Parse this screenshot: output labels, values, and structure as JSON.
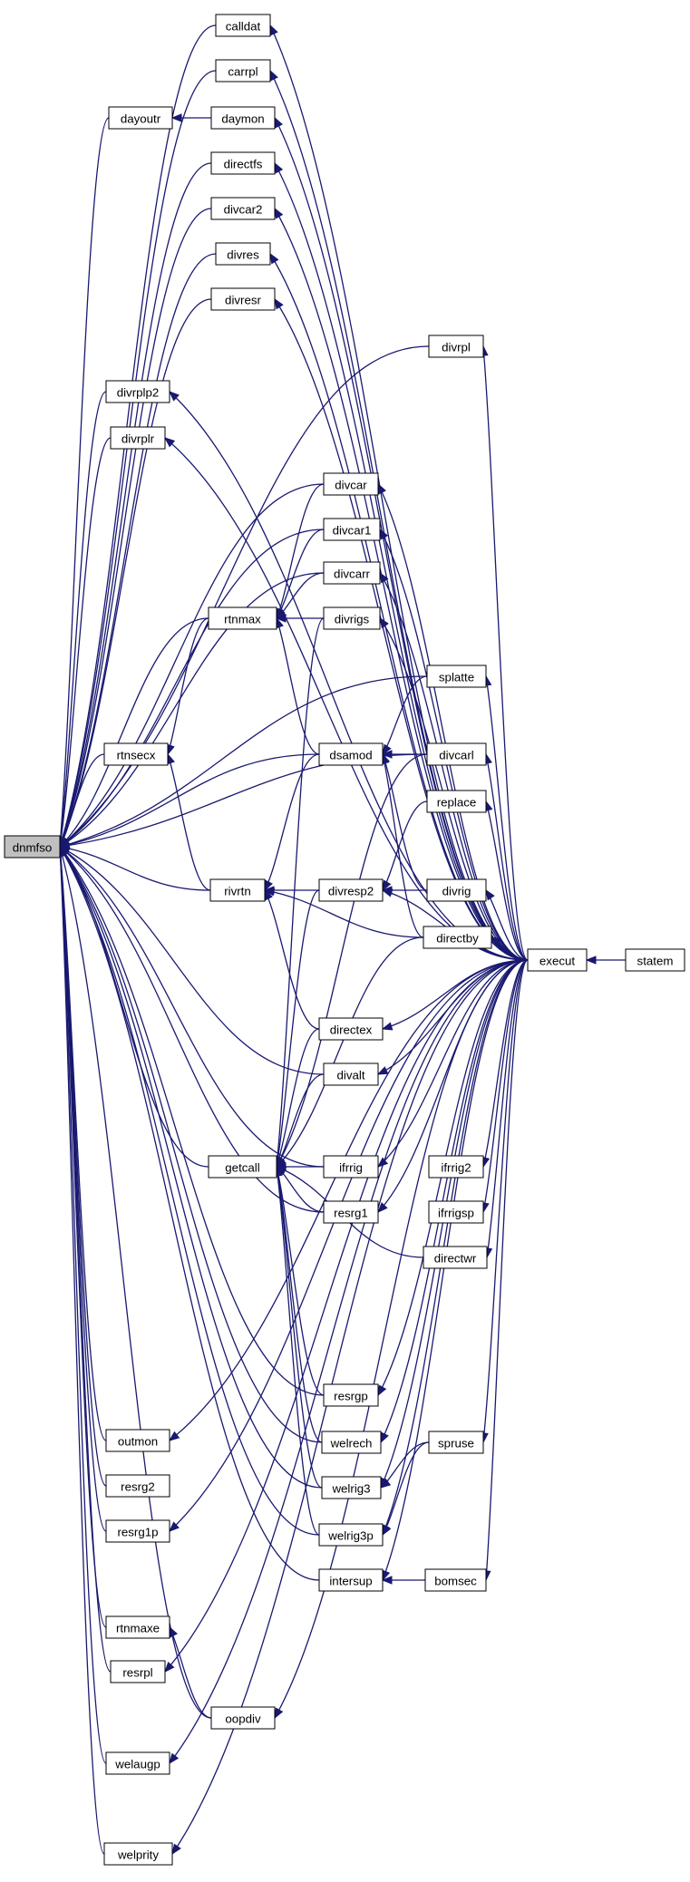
{
  "graph": {
    "root": "dnmfso",
    "colors": {
      "edge": "#191970",
      "node_border": "#000000",
      "root_fill": "#c0c0c0",
      "node_fill": "#ffffff"
    },
    "nodes": [
      "dnmfso",
      "calldat",
      "carrpl",
      "dayoutr",
      "daymon",
      "directfs",
      "divcar2",
      "divres",
      "divresr",
      "divrpl",
      "divrplp2",
      "divrplr",
      "divcar",
      "divcar1",
      "divcarr",
      "rtnmax",
      "divrigs",
      "splatte",
      "rtnsecx",
      "dsamod",
      "divcarl",
      "replace",
      "rivrtn",
      "divresp2",
      "divrig",
      "directby",
      "execut",
      "statem",
      "directex",
      "divalt",
      "getcall",
      "ifrrig",
      "ifrrig2",
      "resrg1",
      "ifrrigsp",
      "directwr",
      "resrgp",
      "outmon",
      "welrech",
      "spruse",
      "resrg2",
      "welrig3",
      "resrg1p",
      "welrig3p",
      "intersup",
      "bomsec",
      "rtnmaxe",
      "resrpl",
      "oopdiv",
      "welaugp",
      "welprity"
    ],
    "edges": [
      [
        "calldat",
        "dnmfso"
      ],
      [
        "carrpl",
        "dnmfso"
      ],
      [
        "dayoutr",
        "dnmfso"
      ],
      [
        "daymon",
        "dayoutr"
      ],
      [
        "directfs",
        "dnmfso"
      ],
      [
        "divcar2",
        "dnmfso"
      ],
      [
        "divres",
        "dnmfso"
      ],
      [
        "divresr",
        "dnmfso"
      ],
      [
        "divrpl",
        "dnmfso"
      ],
      [
        "divrplp2",
        "dnmfso"
      ],
      [
        "divrplr",
        "dnmfso"
      ],
      [
        "divcar",
        "dnmfso"
      ],
      [
        "divcar",
        "rtnmax"
      ],
      [
        "divcar1",
        "dnmfso"
      ],
      [
        "divcar1",
        "rtnmax"
      ],
      [
        "divcarr",
        "dnmfso"
      ],
      [
        "divcarr",
        "rtnmax"
      ],
      [
        "rtnmax",
        "dnmfso"
      ],
      [
        "rtnmax",
        "rtnsecx"
      ],
      [
        "divrigs",
        "rtnmax"
      ],
      [
        "divrigs",
        "getcall"
      ],
      [
        "splatte",
        "dnmfso"
      ],
      [
        "splatte",
        "dsamod"
      ],
      [
        "rtnsecx",
        "dnmfso"
      ],
      [
        "dsamod",
        "dnmfso"
      ],
      [
        "dsamod",
        "rtnmax"
      ],
      [
        "dsamod",
        "rivrtn"
      ],
      [
        "divcarl",
        "dsamod"
      ],
      [
        "divcarl",
        "dnmfso"
      ],
      [
        "divcarl",
        "getcall"
      ],
      [
        "replace",
        "divresp2"
      ],
      [
        "rivrtn",
        "dnmfso"
      ],
      [
        "rivrtn",
        "rtnsecx"
      ],
      [
        "divresp2",
        "rivrtn"
      ],
      [
        "divresp2",
        "getcall"
      ],
      [
        "divrig",
        "dsamod"
      ],
      [
        "divrig",
        "divresp2"
      ],
      [
        "directby",
        "dsamod"
      ],
      [
        "directby",
        "rivrtn"
      ],
      [
        "directby",
        "getcall"
      ],
      [
        "directex",
        "rivrtn"
      ],
      [
        "directex",
        "getcall"
      ],
      [
        "divalt",
        "dnmfso"
      ],
      [
        "divalt",
        "getcall"
      ],
      [
        "getcall",
        "dnmfso"
      ],
      [
        "ifrrig",
        "getcall"
      ],
      [
        "ifrrig",
        "dnmfso"
      ],
      [
        "resrg1",
        "getcall"
      ],
      [
        "resrg1",
        "dnmfso"
      ],
      [
        "directwr",
        "getcall"
      ],
      [
        "resrgp",
        "getcall"
      ],
      [
        "resrgp",
        "dnmfso"
      ],
      [
        "outmon",
        "dnmfso"
      ],
      [
        "welrech",
        "getcall"
      ],
      [
        "welrech",
        "dnmfso"
      ],
      [
        "welrig3",
        "getcall"
      ],
      [
        "welrig3",
        "dnmfso"
      ],
      [
        "welrig3p",
        "getcall"
      ],
      [
        "welrig3p",
        "dnmfso"
      ],
      [
        "spruse",
        "welrig3"
      ],
      [
        "spruse",
        "welrig3p"
      ],
      [
        "resrg2",
        "dnmfso"
      ],
      [
        "resrg1p",
        "dnmfso"
      ],
      [
        "intersup",
        "dnmfso"
      ],
      [
        "bomsec",
        "intersup"
      ],
      [
        "rtnmaxe",
        "dnmfso"
      ],
      [
        "oopdiv",
        "rtnmaxe"
      ],
      [
        "oopdiv",
        "dnmfso"
      ],
      [
        "resrpl",
        "dnmfso"
      ],
      [
        "welaugp",
        "dnmfso"
      ],
      [
        "welprity",
        "dnmfso"
      ],
      [
        "statem",
        "execut"
      ],
      [
        "execut",
        "calldat"
      ],
      [
        "execut",
        "carrpl"
      ],
      [
        "execut",
        "daymon"
      ],
      [
        "execut",
        "directfs"
      ],
      [
        "execut",
        "divcar2"
      ],
      [
        "execut",
        "divres"
      ],
      [
        "execut",
        "divresr"
      ],
      [
        "execut",
        "divrpl"
      ],
      [
        "execut",
        "divrplp2"
      ],
      [
        "execut",
        "divrplr"
      ],
      [
        "execut",
        "divcar"
      ],
      [
        "execut",
        "divcar1"
      ],
      [
        "execut",
        "divcarr"
      ],
      [
        "execut",
        "divrigs"
      ],
      [
        "execut",
        "splatte"
      ],
      [
        "execut",
        "divcarl"
      ],
      [
        "execut",
        "replace"
      ],
      [
        "execut",
        "divresp2"
      ],
      [
        "execut",
        "divrig"
      ],
      [
        "execut",
        "directby"
      ],
      [
        "execut",
        "directex"
      ],
      [
        "execut",
        "divalt"
      ],
      [
        "execut",
        "ifrrig"
      ],
      [
        "execut",
        "ifrrig2"
      ],
      [
        "execut",
        "resrg1"
      ],
      [
        "execut",
        "ifrrigsp"
      ],
      [
        "execut",
        "directwr"
      ],
      [
        "execut",
        "resrgp"
      ],
      [
        "execut",
        "welrech"
      ],
      [
        "execut",
        "spruse"
      ],
      [
        "execut",
        "welrig3"
      ],
      [
        "execut",
        "welrig3p"
      ],
      [
        "execut",
        "intersup"
      ],
      [
        "execut",
        "bomsec"
      ],
      [
        "execut",
        "outmon"
      ],
      [
        "execut",
        "resrg1p"
      ],
      [
        "execut",
        "resrpl"
      ],
      [
        "execut",
        "oopdiv"
      ],
      [
        "execut",
        "welaugp"
      ],
      [
        "execut",
        "welprity"
      ]
    ]
  }
}
